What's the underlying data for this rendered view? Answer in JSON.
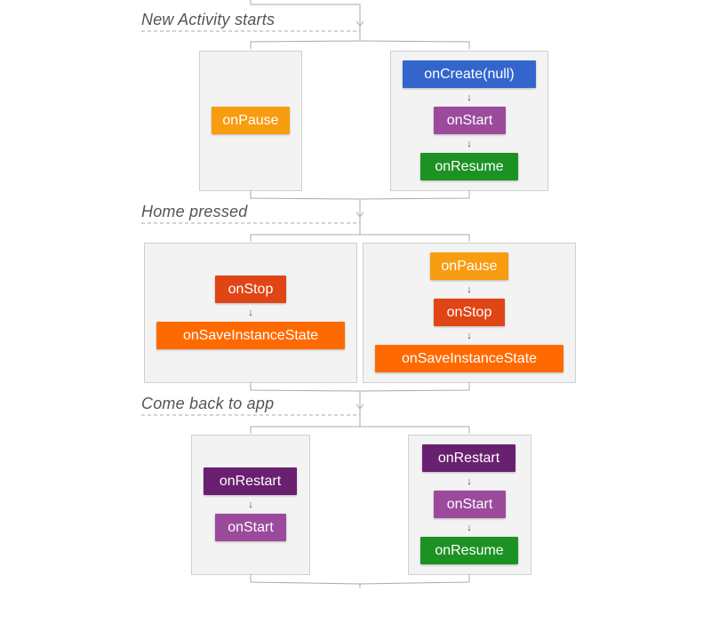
{
  "sections": [
    {
      "label": "New Activity starts",
      "left": [
        "onPause"
      ],
      "right": [
        "onCreate(null)",
        "onStart",
        "onResume"
      ]
    },
    {
      "label": "Home pressed",
      "left": [
        "onStop",
        "onSaveInstanceState"
      ],
      "right": [
        "onPause",
        "onStop",
        "onSaveInstanceState"
      ]
    },
    {
      "label": "Come back to app",
      "left": [
        "onRestart",
        "onStart"
      ],
      "right": [
        "onRestart",
        "onStart",
        "onResume"
      ]
    }
  ],
  "arrow_glyph": "↓",
  "colors": {
    "onCreate": "#3366cc",
    "onStart": "#9c4a9c",
    "onResume": "#1d9224",
    "onPause": "#f89c10",
    "onStop": "#e04515",
    "onSaveInstanceState": "#ff6a00",
    "onRestart": "#6a2070",
    "panel_background": "#f3f3f3",
    "connector_line": "#aaaaaa",
    "label_text": "#555555"
  }
}
